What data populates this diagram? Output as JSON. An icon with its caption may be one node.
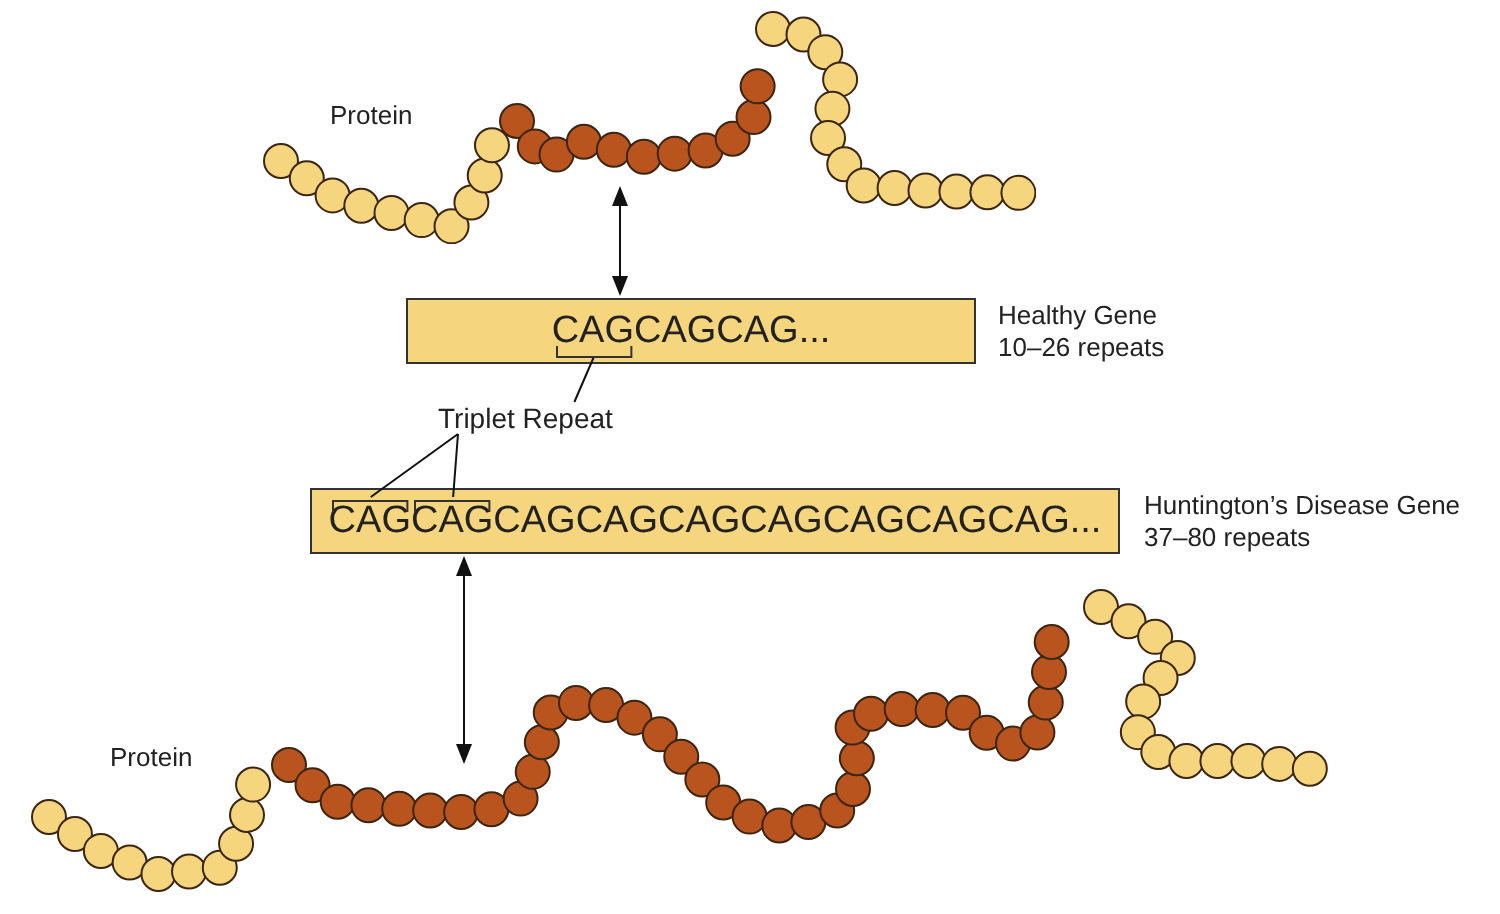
{
  "diagram": {
    "nodes": [
      {
        "text": [
          "Protein"
        ]
      },
      {
        "text": [
          "CAGCAGCAG..."
        ],
        "beside": [
          "Healthy Gene",
          "10–26 repeats"
        ]
      },
      {
        "text": [],
        "shape": "bracket",
        "in": 1
      },
      {
        "text": [
          "Triplet Repeat"
        ]
      },
      {
        "text": [
          "CAGCAGCAGCAGCAGCAGCAGCAGCAG..."
        ],
        "beside": [
          "Huntington’s Disease Gene",
          "37–80 repeats"
        ]
      },
      {
        "text": [],
        "shape": "bracket",
        "in": 4
      },
      {
        "text": [],
        "shape": "bracket",
        "in": 4
      },
      {
        "text": [
          "Protein"
        ]
      }
    ],
    "edges": [
      {
        "from": 0,
        "to": 1,
        "arrow": "both"
      },
      {
        "from": 3,
        "to": 2,
        "arrow": "none"
      },
      {
        "from": 3,
        "to": 5,
        "arrow": "none"
      },
      {
        "from": 3,
        "to": 6,
        "arrow": "none"
      },
      {
        "from": 4,
        "to": 7,
        "arrow": "both"
      }
    ]
  }
}
